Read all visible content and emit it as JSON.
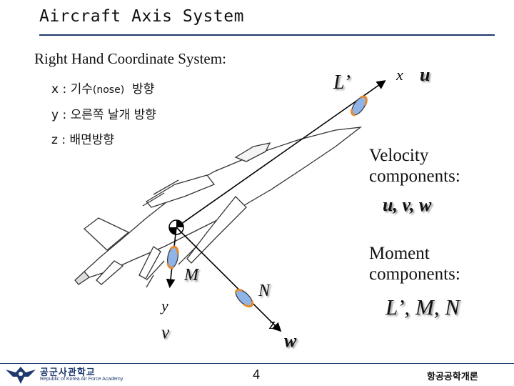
{
  "title": "Aircraft Axis System",
  "subtitle": "Right Hand Coordinate System:",
  "axes": [
    {
      "prefix": "x : 기수",
      "note": "(nose)",
      "suffix": "방향"
    },
    {
      "prefix": "y : 오른쪽 날개 방향",
      "note": "",
      "suffix": ""
    },
    {
      "prefix": "z : 배면방향",
      "note": "",
      "suffix": ""
    }
  ],
  "velocity": {
    "line1": "Velocity",
    "line2": "components:",
    "vars": "u, v, w"
  },
  "moment": {
    "line1": "Moment",
    "line2": "components:",
    "vars": "L’, M, N"
  },
  "diagram_labels": {
    "L": "L’",
    "x": "x",
    "u": "u",
    "M": "M",
    "y": "y",
    "v": "v",
    "N": "N",
    "z": "z",
    "w": "w"
  },
  "footer": {
    "page": "4",
    "right": "항공공학개론",
    "org_kor": "공군사관학교",
    "org_eng": "Republic of Korea Air Force Academy"
  },
  "colors": {
    "accent": "#1f3a6e",
    "ring_fill": "#8fb4e8",
    "ring_edge": "#e58a2a"
  }
}
